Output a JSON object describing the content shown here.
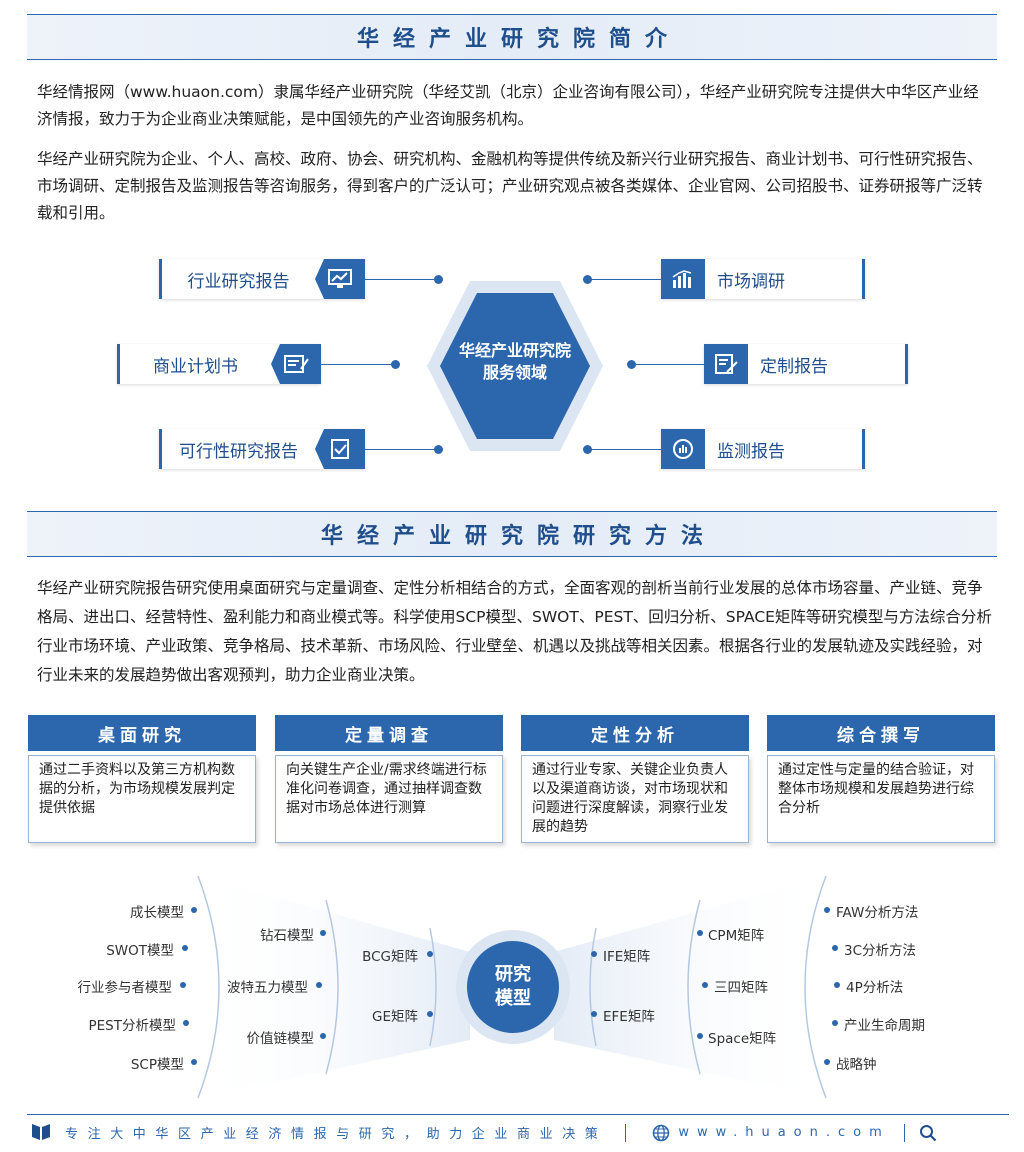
{
  "intro": {
    "title": "华经产业研究院简介",
    "para1": "华经情报网（www.huaon.com）隶属华经产业研究院（华经艾凯（北京）企业咨询有限公司），华经产业研究院专注提供大中华区产业经济情报，致力于为企业商业决策赋能，是中国领先的产业咨询服务机构。",
    "para2": "华经产业研究院为企业、个人、高校、政府、协会、研究机构、金融机构等提供传统及新兴行业研究报告、商业计划书、可行性研究报告、市场调研、定制报告及监测报告等咨询服务，得到客户的广泛认可；产业研究观点被各类媒体、企业官网、公司招股书、证券研报等广泛转载和引用。"
  },
  "services": {
    "center_line1": "华经产业研究院",
    "center_line2": "服务领域",
    "items": [
      {
        "label": "行业研究报告",
        "icon": "monitor-chart-icon"
      },
      {
        "label": "商业计划书",
        "icon": "form-pen-icon"
      },
      {
        "label": "可行性研究报告",
        "icon": "document-check-icon"
      },
      {
        "label": "市场调研",
        "icon": "bar-chart-icon"
      },
      {
        "label": "定制报告",
        "icon": "document-edit-icon"
      },
      {
        "label": "监测报告",
        "icon": "gauge-icon"
      }
    ]
  },
  "methods": {
    "title": "华经产业研究院研究方法",
    "para": "华经产业研究院报告研究使用桌面研究与定量调查、定性分析相结合的方式，全面客观的剖析当前行业发展的总体市场容量、产业链、竞争格局、进出口、经营特性、盈利能力和商业模式等。科学使用SCP模型、SWOT、PEST、回归分析、SPACE矩阵等研究模型与方法综合分析行业市场环境、产业政策、竞争格局、技术革新、市场风险、行业壁垒、机遇以及挑战等相关因素。根据各行业的发展轨迹及实践经验，对行业未来的发展趋势做出客观预判，助力企业商业决策。",
    "cards": [
      {
        "title": "桌面研究",
        "body": "通过二手资料以及第三方机构数据的分析，为市场规模发展判定提供依据"
      },
      {
        "title": "定量调查",
        "body": "向关键生产企业/需求终端进行标准化问卷调查，通过抽样调查数据对市场总体进行测算"
      },
      {
        "title": "定性分析",
        "body": "通过行业专家、关键企业负责人以及渠道商访谈，对市场现状和问题进行深度解读，洞察行业发展的趋势"
      },
      {
        "title": "综合撰写",
        "body": "通过定性与定量的结合验证，对整体市场规模和发展趋势进行综合分析"
      }
    ]
  },
  "models": {
    "center_line1": "研究",
    "center_line2": "模型",
    "col1": [
      "成长模型",
      "SWOT模型",
      "行业参与者模型",
      "PEST分析模型",
      "SCP模型"
    ],
    "col2": [
      "钻石模型",
      "波特五力模型",
      "价值链模型"
    ],
    "col3": [
      "BCG矩阵",
      "GE矩阵"
    ],
    "col4": [
      "IFE矩阵",
      "EFE矩阵"
    ],
    "col5": [
      "CPM矩阵",
      "三四矩阵",
      "Space矩阵"
    ],
    "col6": [
      "FAW分析方法",
      "3C分析方法",
      "4P分析法",
      "产业生命周期",
      "战略钟"
    ]
  },
  "footer": {
    "slogan": "专注大中华区产业经济情报与研究，助力企业商业决策",
    "website": "www.huaon.com",
    "logo_icon": "book-logo-icon",
    "globe_icon": "globe-icon",
    "search_icon": "search-icon"
  },
  "colors": {
    "primary": "#2c67ad",
    "title": "#1f4e8c"
  }
}
